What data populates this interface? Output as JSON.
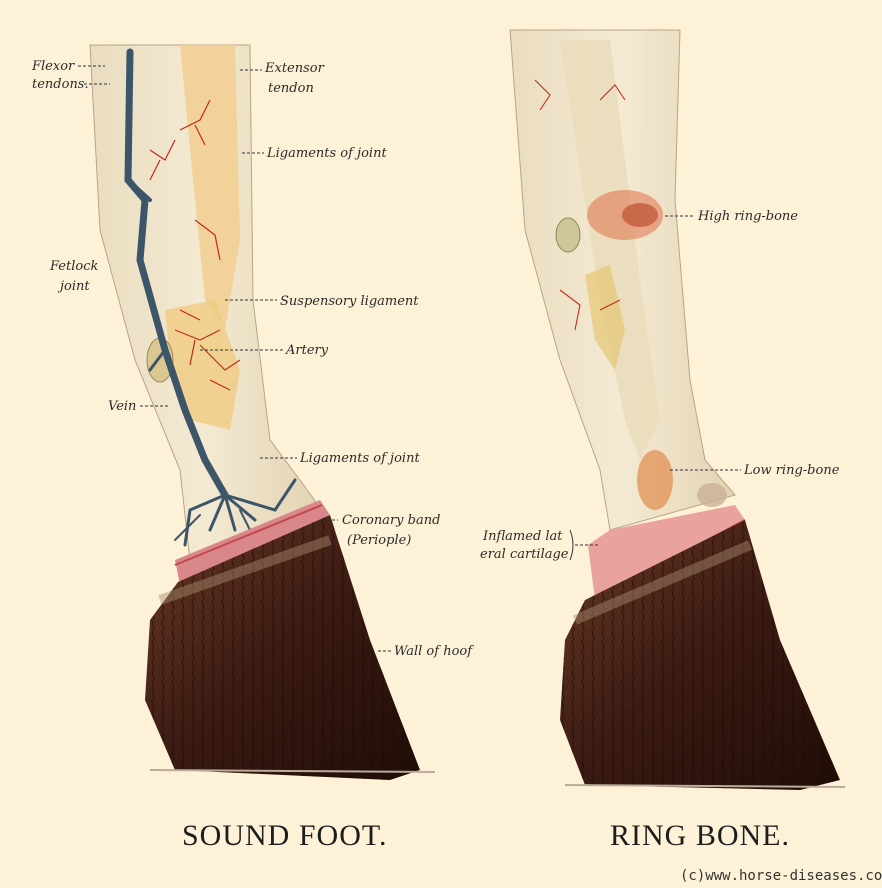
{
  "sound_foot": {
    "title": "SOUND FOOT.",
    "labels": {
      "flexor_1": "Flexor",
      "flexor_2": "tendons.",
      "extensor_1": "Extensor",
      "extensor_2": "tendon",
      "ligaments_joint_upper": "Ligaments of joint",
      "fetlock_1": "Fetlock",
      "fetlock_2": "joint",
      "suspensory": "Suspensory ligament",
      "artery": "Artery",
      "vein": "Vein",
      "ligaments_joint_lower": "Ligaments of joint",
      "coronary_1": "Coronary band",
      "coronary_2": "(Periople)",
      "wall": "Wall of hoof"
    }
  },
  "ring_bone": {
    "title": "RING BONE.",
    "labels": {
      "high": "High ring-bone",
      "low": "Low ring-bone",
      "inflamed_1": "Inflamed lat",
      "inflamed_2": "eral cartilage"
    }
  },
  "watermark": "(c)www.horse-diseases.com",
  "colors": {
    "background": "#fdf2d8",
    "hoof": "#3d1e14",
    "vein": "#3c5569",
    "artery": "#c62a1a",
    "skin": "#efe4c9"
  }
}
